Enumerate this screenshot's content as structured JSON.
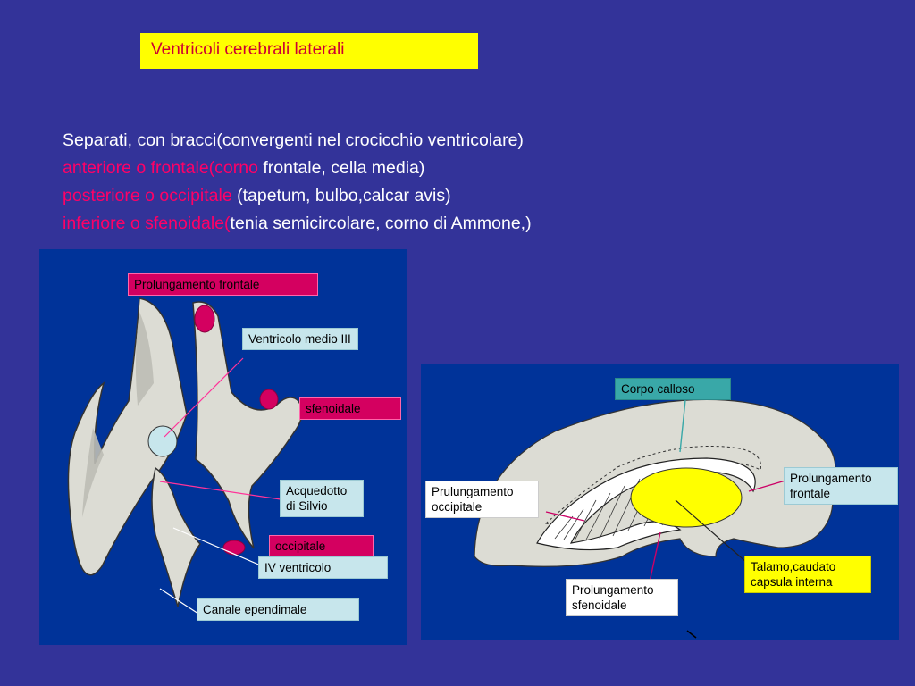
{
  "title": "Ventricoli cerebrali laterali",
  "description": {
    "line1": "Separati, con bracci(convergenti nel crocicchio ventricolare)",
    "line2_red": "anteriore o frontale(corno ",
    "line2_white": "frontale, cella media)",
    "line3_red": "posteriore o occipitale ",
    "line3_white": "(tapetum, bulbo,calcar avis)",
    "line4_red": "inferiore o sfenoidale(",
    "line4_white": "tenia semicircolare, corno di Ammone,)"
  },
  "left_diagram": {
    "labels": {
      "frontal": "Prolungamento frontale",
      "third_ventricle": "Ventricolo medio III",
      "sphenoidal": "sfenoidale",
      "aqueduct": "Acquedotto di Silvio",
      "occipital": "occipitale",
      "fourth_ventricle": "IV ventricolo",
      "ependymal_canal": "Canale ependimale"
    }
  },
  "right_diagram": {
    "labels": {
      "corpus_callosum": "Corpo calloso",
      "occipital": "Prulungamento occipitale",
      "frontal": "Prolungamento frontale",
      "sphenoidal": "Prolungamento sfenoidale",
      "thalamus": "Talamo,caudato capsula interna"
    }
  },
  "colors": {
    "background": "#333399",
    "title_bg": "#ffff00",
    "title_text": "#cc0033",
    "highlight_text": "#ff0066"
  }
}
